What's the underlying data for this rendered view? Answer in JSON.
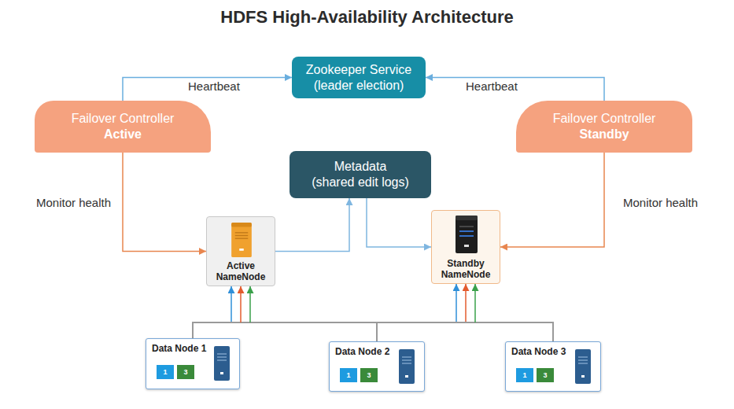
{
  "diagram": {
    "title": "HDFS High-Availability Architecture",
    "nodes": [
      {
        "text": [
          "Zookeeper Service",
          "(leader election)"
        ]
      },
      {
        "text": [
          "Failover Controller",
          "Active"
        ]
      },
      {
        "text": [
          "Failover Controller",
          "Standby"
        ]
      },
      {
        "text": [
          "Metadata",
          "(shared edit logs)"
        ]
      },
      {
        "text": [
          "Active NameNode"
        ]
      },
      {
        "text": [
          "Standby NameNode"
        ]
      },
      {
        "text": [
          "Data Node 1"
        ]
      },
      {
        "text": [
          "1"
        ],
        "in": 6
      },
      {
        "text": [
          "3"
        ],
        "in": 6
      },
      {
        "text": [
          "Data Node 2"
        ]
      },
      {
        "text": [
          "1"
        ],
        "in": 9
      },
      {
        "text": [
          "3"
        ],
        "in": 9
      },
      {
        "text": [
          "Data Node 3"
        ]
      },
      {
        "text": [
          "1"
        ],
        "in": 12
      },
      {
        "text": [
          "3"
        ],
        "in": 12
      }
    ],
    "edges": [
      {
        "from": 1,
        "to": 0,
        "arrow": "to",
        "label": "Heartbeat"
      },
      {
        "from": 2,
        "to": 0,
        "arrow": "to",
        "label": "Heartbeat"
      },
      {
        "from": 1,
        "to": 4,
        "arrow": "to",
        "label": "Monitor health"
      },
      {
        "from": 2,
        "to": 5,
        "arrow": "to",
        "label": "Monitor health"
      },
      {
        "from": 4,
        "to": 3,
        "arrow": "to"
      },
      {
        "from": 3,
        "to": 5,
        "arrow": "to"
      },
      {
        "from": 6,
        "to": 4,
        "arrow": "to"
      },
      {
        "from": 6,
        "to": 5,
        "arrow": "to"
      },
      {
        "from": 9,
        "to": 4,
        "arrow": "to"
      },
      {
        "from": 9,
        "to": 5,
        "arrow": "to"
      },
      {
        "from": 12,
        "to": 4,
        "arrow": "to"
      },
      {
        "from": 12,
        "to": 5,
        "arrow": "to"
      }
    ]
  }
}
